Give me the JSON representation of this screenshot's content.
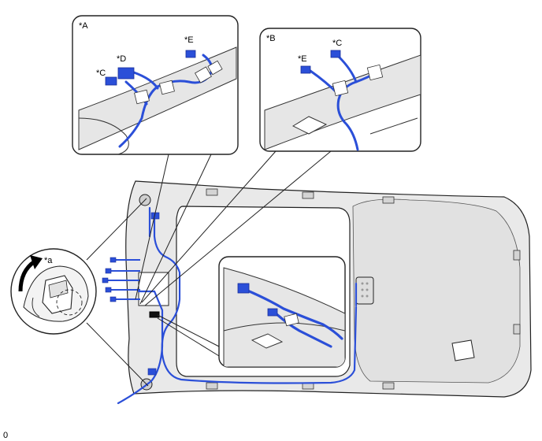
{
  "callouts": {
    "detail_a": {
      "tag": "*A",
      "parts": [
        "*C",
        "*D",
        "*E"
      ]
    },
    "detail_b": {
      "tag": "*B",
      "parts": [
        "*E",
        "*C"
      ]
    },
    "rotate": {
      "tag": "*a"
    }
  },
  "illustration_code": "0",
  "colors": {
    "harness": "#2b4fd8",
    "harness_dark": "#1a2f9a",
    "headliner": "#e9e9e9",
    "outline": "#222222",
    "tape": "#ffffff"
  }
}
